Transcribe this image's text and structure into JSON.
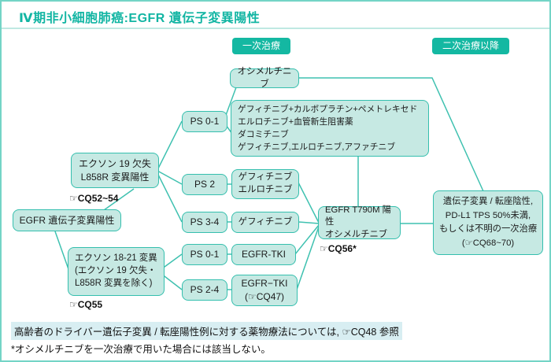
{
  "page": {
    "title": "Ⅳ期非小細胞肺癌:EGFR 遺伝子変異陽性"
  },
  "colors": {
    "accent": "#14b8a2",
    "node_fill": "#c6e9e3",
    "node_border": "#35bfae",
    "footer_highlight": "#d8eef2",
    "outer_border": "#74d4c6"
  },
  "stage_labels": {
    "first_line": "一次治療",
    "second_line": "二次治療以降"
  },
  "nodes": {
    "egfr": {
      "label": "EGFR 遺伝子変異陽性"
    },
    "exon19": {
      "label": "エクソン 19 欠失\nL858R 変異陽性",
      "note": "☞CQ52~54"
    },
    "exon18_21": {
      "label": "エクソン 18-21 変異\n(エクソン 19 欠失・\nL858R 変異を除く)",
      "note": "☞CQ55"
    },
    "ps01_upper": {
      "label": "PS 0-1"
    },
    "ps2": {
      "label": "PS 2"
    },
    "ps34": {
      "label": "PS 3-4"
    },
    "ps01_lower": {
      "label": "PS 0-1"
    },
    "ps24": {
      "label": "PS 2-4"
    },
    "osimertinib": {
      "label": "オシメルチニブ"
    },
    "combo": {
      "label": "ゲフィチニブ+カルボプラチン+ペメトレキセド\nエルロチニブ+血管新生阻害薬\nダコミチニブ\nゲフィチニブ,エルロチニブ,アファチニブ"
    },
    "gef_erl": {
      "label": "ゲフィチニブ\nエルロチニブ"
    },
    "gef": {
      "label": "ゲフィチニブ"
    },
    "tki_upper": {
      "label": "EGFR-TKI"
    },
    "tki_lower": {
      "label": "EGFR−TKI\n(☞CQ47)"
    },
    "t790m": {
      "label": "EGFR T790M 陽性\nオシメルチニブ",
      "note": "☞CQ56*"
    },
    "second_line_tx": {
      "label": "遺伝子変異 / 転座陰性,\nPD-L1 TPS 50%未満,\nもしくは不明の一次治療\n(☞CQ68~70)"
    }
  },
  "footer": {
    "highlight_note": "高齢者のドライバー遺伝子変異 / 転座陽性例に対する薬物療法については, ☞CQ48 参照",
    "asterisk_note": "*オシメルチニブを一次治療で用いた場合には該当しない。"
  }
}
